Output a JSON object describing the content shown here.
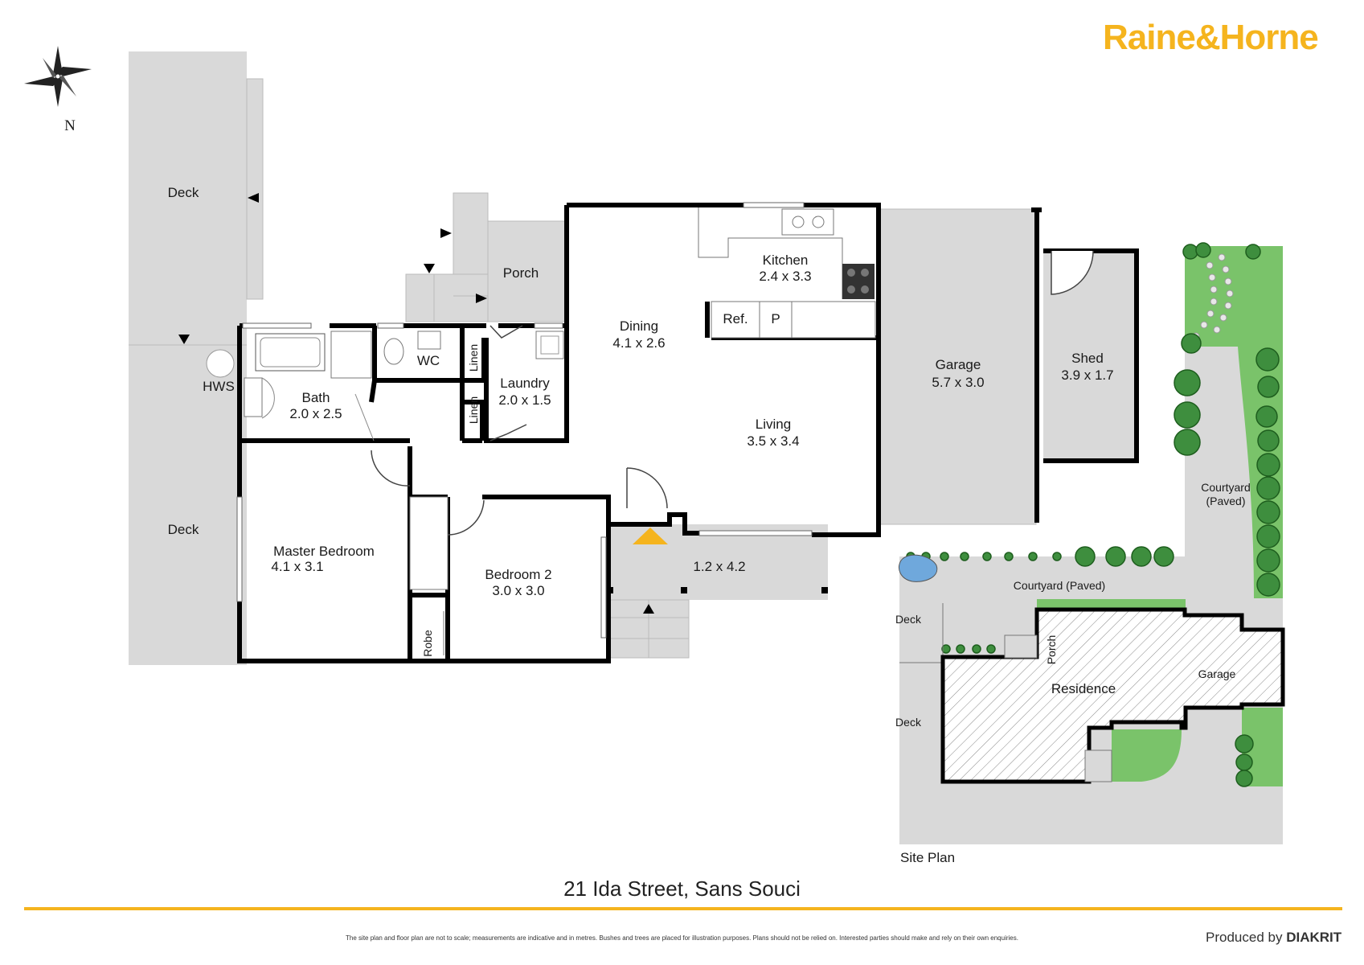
{
  "brand": "Raine&Horne",
  "compass": {
    "label": "N",
    "icon": "compass-rose-icon"
  },
  "address": "21 Ida Street, Sans Souci",
  "disclaimer": "The site plan and floor plan are not to scale; measurements are indicative and in metres. Bushes and trees are placed for illustration purposes. Plans should not be relied on. Interested parties should make and rely on their own enquiries.",
  "produced_by": {
    "prefix": "Produced by",
    "name": "DIAKRIT"
  },
  "floor_plan": {
    "deck_top": "Deck",
    "deck_bottom": "Deck",
    "hws": "HWS",
    "porch": "Porch",
    "bath": {
      "name": "Bath",
      "size": "2.0 x 2.5"
    },
    "wc": "WC",
    "linen_1": "Linen",
    "linen_2": "Linen",
    "laundry": {
      "name": "Laundry",
      "size": "2.0 x 1.5"
    },
    "kitchen": {
      "name": "Kitchen",
      "size": "2.4 x 3.3"
    },
    "dining": {
      "name": "Dining",
      "size": "4.1 x 2.6"
    },
    "living": {
      "name": "Living",
      "size": "3.5 x 3.4"
    },
    "ref": "Ref.",
    "pantry": "P",
    "garage": {
      "name": "Garage",
      "size": "5.7 x 3.0"
    },
    "shed": {
      "name": "Shed",
      "size": "3.9 x 1.7"
    },
    "master": {
      "name": "Master Bedroom",
      "size": "4.1 x 3.1"
    },
    "bedroom2": {
      "name": "Bedroom 2",
      "size": "3.0 x 3.0"
    },
    "robe": "Robe",
    "entry": {
      "size": "1.2 x 4.2"
    }
  },
  "site_plan": {
    "title": "Site Plan",
    "courtyard_right": [
      "Courtyard",
      "(Paved)"
    ],
    "courtyard_top": "Courtyard (Paved)",
    "deck_1": "Deck",
    "deck_2": "Deck",
    "porch": "Porch",
    "residence": "Residence",
    "garage": "Garage"
  },
  "colors": {
    "brand": "#f5b41e",
    "deck": "#d9d9d9",
    "wall": "#000000",
    "grass": "#7ac36a",
    "tree": "#3e8e3e",
    "water": "#6fa8dc"
  }
}
